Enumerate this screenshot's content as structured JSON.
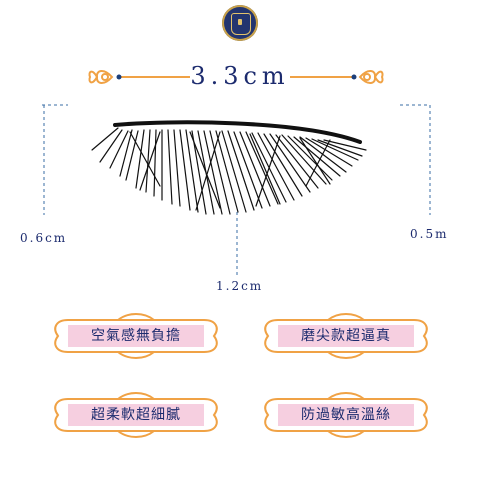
{
  "logo": {
    "icon": "crest-icon",
    "color": "#23356f",
    "accent": "#c9a24a"
  },
  "title": "3.3cm",
  "measurements": {
    "left": "0.6cm",
    "center": "1.2cm",
    "right": "0.5m"
  },
  "features": [
    {
      "label": "空氣感無負擔"
    },
    {
      "label": "磨尖款超逼真"
    },
    {
      "label": "超柔軟超細膩"
    },
    {
      "label": "防過敏高溫絲"
    }
  ],
  "colors": {
    "text": "#1c2b6e",
    "ornament": "#f0a245",
    "badge_fill": "#f6cfe0",
    "guide": "#3a6ea5"
  }
}
